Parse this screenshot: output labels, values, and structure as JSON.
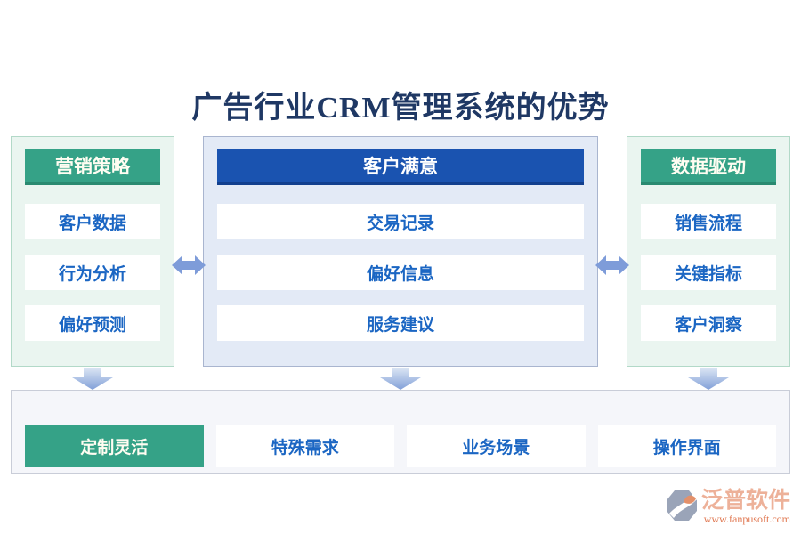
{
  "title": "广告行业CRM管理系统的优势",
  "columns": [
    {
      "header": "营销策略",
      "theme": "green",
      "items": [
        "客户数据",
        "行为分析",
        "偏好预测"
      ]
    },
    {
      "header": "客户满意",
      "theme": "blue",
      "items": [
        "交易记录",
        "偏好信息",
        "服务建议"
      ]
    },
    {
      "header": "数据驱动",
      "theme": "green",
      "items": [
        "销售流程",
        "关键指标",
        "客户洞察"
      ]
    }
  ],
  "bottom_row": {
    "items": [
      {
        "label": "定制灵活",
        "theme": "green"
      },
      {
        "label": "特殊需求",
        "theme": "white"
      },
      {
        "label": "业务场景",
        "theme": "white"
      },
      {
        "label": "操作界面",
        "theme": "white"
      }
    ]
  },
  "footer": {
    "brand": "泛普软件",
    "website": "www.fanpusoft.com"
  },
  "icons": {
    "horizontal_arrow": "left-right-arrow",
    "down_arrow": "down-arrow",
    "logo": "fanpu-logo"
  },
  "colors": {
    "accent_green": "#35a287",
    "accent_green_dark": "#2a8a71",
    "accent_blue": "#1a53b0",
    "accent_blue_dark": "#123f8e",
    "item_text_blue": "#1b66c3",
    "panel_green_bg": "#eaf5f0",
    "panel_green_border": "#b2d9c8",
    "panel_blue_bg": "#e3eaf6",
    "panel_blue_border": "#a9b5cf",
    "bottom_panel_bg": "#f5f6fa",
    "arrow_blue": "#7e9cd9",
    "title_color": "#1f3864",
    "brand_peach": "#edb199",
    "website_orange": "#e0764f"
  }
}
